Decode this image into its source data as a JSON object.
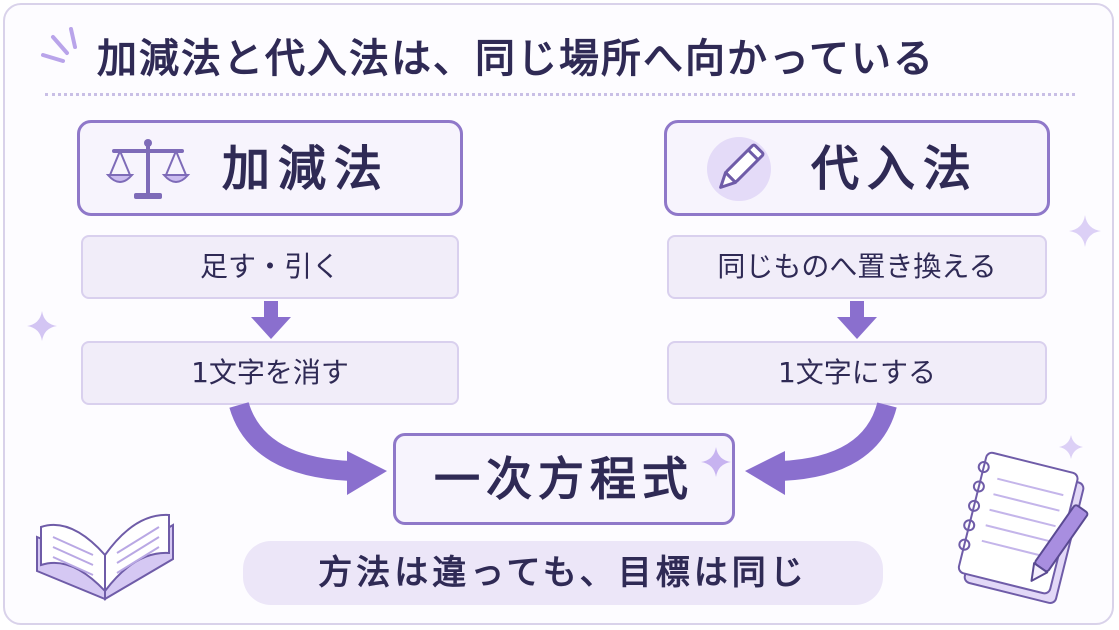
{
  "title": "加減法と代入法は、同じ場所へ向かっている",
  "left": {
    "method": "加減法",
    "icon": "balance-scale-icon",
    "steps": [
      "足す・引く",
      "1文字を消す"
    ]
  },
  "right": {
    "method": "代入法",
    "icon": "pencil-icon",
    "steps": [
      "同じものへ置き換える",
      "1文字にする"
    ]
  },
  "goal": "一次方程式",
  "footer": "方法は違っても、目標は同じ",
  "colors": {
    "accent": "#8f78c9",
    "arrow": "#8a6fce",
    "text": "#2f2a55",
    "box_fill": "#f1edf9"
  }
}
